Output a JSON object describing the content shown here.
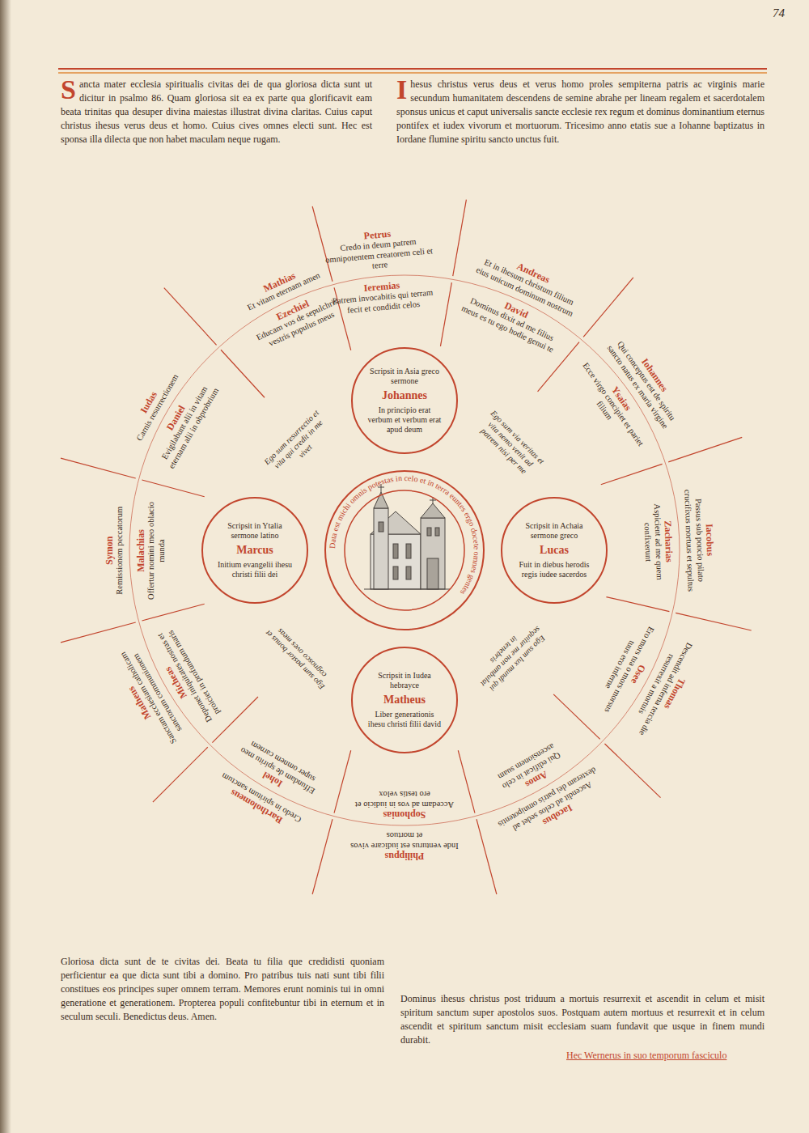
{
  "diagram": {
    "nodes": [
      {
        "text": [
          "Scripsit in Asia greco sermone",
          "Johannes",
          "In principio erat verbum et verbum erat apud deum"
        ]
      },
      {
        "text": [
          "Scripsit in Ytalia sermone latino",
          "Marcus",
          "Initium evangelii ihesu christi filii dei"
        ]
      },
      {
        "text": [
          "Data est michi omnis potestas in celo et in terra euntes ergo docete omnes gentes"
        ]
      },
      {
        "text": [
          "Scripsit in Achaia sermone greco",
          "Lucas",
          "Fuit in diebus herodis regis iudee sacerdos"
        ]
      },
      {
        "text": [
          "Scripsit in Iudea hebrayce",
          "Matheus",
          "Liber generationis ihesu christi filii david"
        ]
      }
    ],
    "labels": [
      "74",
      "Sancta mater ecclesia spiritualis civitas dei de qua gloriosa dicta sunt ut dicitur in psalmo 86. Quam gloriosa sit ea ex parte qua glorificavit eam beata trinitas qua desuper divina maiestas illustrat divina claritas. Cuius caput christus ihesus verus deus et homo. Cuius cives omnes electi sunt. Hec est sponsa illa dilecta que non habet maculam neque rugam.",
      "Ihesus christus verus deus et verus homo proles sempiterna patris ac virginis marie secundum humanitatem descendens de semine abrahe per lineam regalem et sacerdotalem sponsus unicus et caput universalis sancte ecclesie rex regum et dominus dominantium eternus pontifex et iudex vivorum et mortuorum. Tricesimo anno etatis sue a Iohanne baptizatus in Iordane flumine spiritu sancto unctus fuit.",
      "Gloriosa dicta sunt de te civitas dei. Beata tu filia que credidisti quoniam perficientur ea que dicta sunt tibi a domino. Pro patribus tuis nati sunt tibi filii constitues eos principes super omnem terram. Memores erunt nominis tui in omni generatione et generationem. Propterea populi confitebuntur tibi in eternum et in seculum seculi. Benedictus deus. Amen.",
      "Dominus ihesus christus post triduum a mortuis resurrexit et ascendit in celum et misit spiritum sanctum super apostolos suos. Postquam autem mortuus et resurrexit et in celum ascendit et spiritum sanctum misit ecclesiam suam fundavit que usque in finem mundi durabit.",
      "Hec Wernerus in suo temporum fasciculo",
      "Petrus",
      "Credo in deum patrem omnipotentem creatorem celi et terre",
      "Andreas",
      "Et in ihesum christum filium eius unicum dominum nostrum",
      "Iohannes",
      "Qui conceptus est de spiritu sancto natus ex maria virgine",
      "Iacobus",
      "Passus sub poncio pilato crucifixus mortuus et sepultus",
      "Thomas",
      "Descendit ad inferna tercia die resurrexit a mortuis",
      "Iacobus",
      "Ascendit ad celos sedet ad dexteram dei patris omnipotentis",
      "Philippus",
      "Inde venturus est iudicare vivos et mortuos",
      "Bartholomeus",
      "Credo in spiritum sanctum",
      "Matheus",
      "Sanctam ecclesiam catholicam sanctorum communionem",
      "Symon",
      "Remissionem peccatorum",
      "Iudas",
      "Carnis resurrectionem",
      "Mathias",
      "Et vitam eternam amen",
      "Ieremias",
      "Patrem invocabitis qui terram fecit et condidit celos",
      "David",
      "Dominus dixit ad me filius meus es tu ego hodie genui te",
      "Ysaias",
      "Ecce virgo concipiet et pariet filium",
      "Zacharias",
      "Aspicient ad me quem confixerunt",
      "Osee",
      "Ero mors tua o mors morsus tuus ero inferne",
      "Amos",
      "Qui edificat in celo ascensionem suam",
      "Sophonias",
      "Accedam ad vos in iudicio et ero testis velox",
      "Iohel",
      "Effundam de spiritu meo super omnem carnem",
      "Micheas",
      "Deponet iniquitates nostras et proiciet in profundum maris",
      "Malachias",
      "Offertur nomini meo oblacio munda",
      "Daniel",
      "Evigilabunt alii in vitam eternam alii in obprobrium",
      "Ezechiel",
      "Educam vos de sepulchris vestris populus meus",
      "Ego sum via veritas et vita nemo venit ad patrem nisi per me",
      "Ego sum lux mundi qui sequitur me non ambulat in tenebris",
      "Ego sum pastor bonus et cognosco oves meas",
      "Ego sum resurrectio et vita qui credit in me vivet"
    ]
  }
}
